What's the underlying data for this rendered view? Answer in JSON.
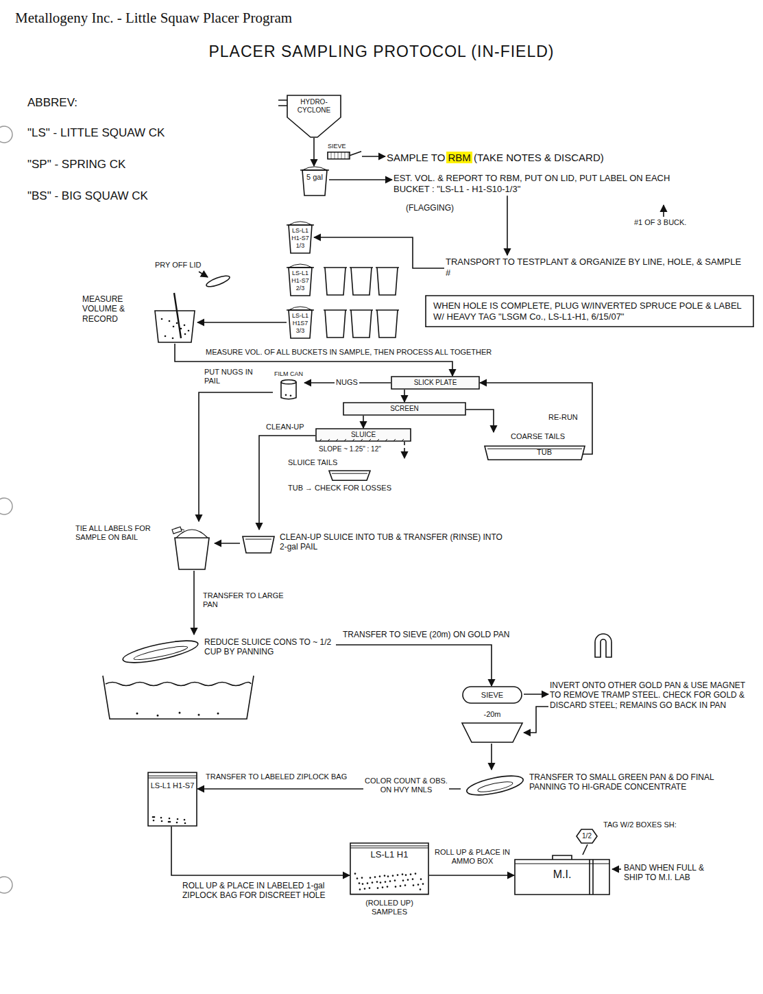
{
  "diagram": {
    "title": "PLACER SAMPLING PROTOCOL (IN-FIELD)",
    "nodes": [
      {
        "text": [
          "HYDRO-CYCLONE"
        ]
      },
      {
        "text": [
          "SIEVE"
        ]
      },
      {
        "text": [
          "SAMPLE TO RBM (TAKE NOTES & DISCARD)"
        ]
      },
      {
        "text": [
          "5 gal"
        ]
      },
      {
        "text": [
          "EST. VOL. & REPORT TO RBM, PUT ON LID, PUT LABEL ON EACH BUCKET : \"LS-L1 - H1-S10-1/3\""
        ]
      },
      {
        "text": [
          "TRANSPORT TO TESTPLANT & ORGANIZE BY LINE, HOLE, & SAMPLE #"
        ]
      },
      {
        "text": [
          "LS-L1 H1-S7 1/3"
        ]
      },
      {
        "text": [
          "LS-L1 H1-S7 2/3"
        ]
      },
      {
        "text": [
          "LS-L1 H1S7 3/3"
        ]
      },
      {
        "text": [
          "WHEN HOLE IS COMPLETE, PLUG W/INVERTED SPRUCE POLE & LABEL W/ HEAVY TAG \"LSGM Co., LS-L1-H1, 6/15/07\""
        ]
      },
      {
        "text": [
          "MEASURE VOLUME & RECORD"
        ]
      },
      {
        "text": [
          "SLICK PLATE"
        ]
      },
      {
        "text": [
          "SCREEN"
        ]
      },
      {
        "text": [
          "SLUICE"
        ]
      },
      {
        "text": [
          "FILM CAN"
        ]
      },
      {
        "text": [
          "COARSE TAILS",
          "TUB"
        ]
      },
      {
        "text": [
          "SLUICE TAILS",
          "TUB → CHECK FOR LOSSES"
        ]
      },
      {
        "text": [
          "CLEAN-UP SLUICE INTO TUB & TRANSFER (RINSE) INTO 2-gal PAIL"
        ]
      },
      {
        "text": [
          "TIE ALL LABELS FOR SAMPLE ON BAIL"
        ]
      },
      {
        "text": [
          "REDUCE SLUICE CONS TO ~ 1/2 CUP BY PANNING"
        ]
      },
      {
        "text": [
          "SIEVE",
          "-20m"
        ]
      },
      {
        "text": [
          "INVERT ONTO OTHER GOLD PAN & USE MAGNET TO REMOVE TRAMP STEEL. CHECK FOR GOLD & DISCARD STEEL; REMAINS GO BACK IN PAN"
        ]
      },
      {
        "text": [
          "TRANSFER TO SMALL GREEN PAN & DO FINAL PANNING TO HI-GRADE CONCENTRATE"
        ]
      },
      {
        "text": [
          "LS-L1 H1-S7"
        ]
      },
      {
        "text": [
          "LS-L1 H1",
          "(ROLLED UP) SAMPLES"
        ]
      },
      {
        "text": [
          "M.I."
        ]
      },
      {
        "text": [
          "1/2"
        ]
      }
    ],
    "edges": [
      {
        "from": 0,
        "to": 3,
        "arrow": "to"
      },
      {
        "from": 1,
        "to": 2,
        "arrow": "to"
      },
      {
        "from": 3,
        "to": 4,
        "arrow": "to"
      },
      {
        "from": 4,
        "to": 5,
        "arrow": "to"
      },
      {
        "from": 5,
        "to": 6,
        "arrow": "to"
      },
      {
        "from": 8,
        "to": 10,
        "arrow": "to"
      },
      {
        "from": 10,
        "to": 11,
        "label": "MEASURE VOL. OF ALL BUCKETS IN SAMPLE, THEN PROCESS ALL TOGETHER",
        "arrow": "to"
      },
      {
        "from": 11,
        "to": 12,
        "arrow": "to"
      },
      {
        "from": 12,
        "to": 13,
        "arrow": "to"
      },
      {
        "from": 11,
        "to": 14,
        "label": "NUGS",
        "arrow": "to"
      },
      {
        "from": 12,
        "to": 15,
        "arrow": "to"
      },
      {
        "from": 15,
        "to": 11,
        "label": "RE-RUN",
        "arrow": "to"
      },
      {
        "from": 13,
        "to": 16,
        "arrow": "to"
      },
      {
        "from": 13,
        "to": 17,
        "label": "CLEAN-UP",
        "arrow": "to"
      },
      {
        "from": 14,
        "to": 18,
        "label": "PUT NUGS IN PAIL",
        "arrow": "to"
      },
      {
        "from": 17,
        "to": 18,
        "arrow": "to"
      },
      {
        "from": 18,
        "to": 19,
        "label": "TRANSFER TO LARGE PAN",
        "arrow": "to"
      },
      {
        "from": 19,
        "to": 20,
        "label": "TRANSFER TO SIEVE (20m) ON GOLD PAN",
        "arrow": "to"
      },
      {
        "from": 20,
        "to": 21,
        "arrow": "to"
      },
      {
        "from": 21,
        "to": 20,
        "arrow": "to"
      },
      {
        "from": 20,
        "to": 22,
        "arrow": "to"
      },
      {
        "from": 22,
        "to": 23,
        "label": "COLOR COUNT & OBS. ON HVY MNLS",
        "arrow": "to"
      },
      {
        "from": 23,
        "to": 24,
        "label": "ROLL UP & PLACE IN LABELED 1-gal ZIPLOCK BAG FOR DISCREET HOLE",
        "arrow": "to"
      },
      {
        "from": 24,
        "to": 25,
        "label": "ROLL UP & PLACE IN AMMO BOX",
        "arrow": "to"
      }
    ],
    "labels": [
      "Metallogeny Inc. - Little Squaw Placer Program",
      "ABBREV:",
      "\"LS\" - LITTLE SQUAW CK",
      "\"SP\" - SPRING CK",
      "\"BS\" - BIG SQUAW CK",
      "(FLAGGING)",
      "#1 OF 3 BUCK.",
      "PRY OFF LID",
      "TRANSFER TO LABELED ZIPLOCK BAG",
      "TAG W/2 BOXES SH:",
      "BAND WHEN FULL & SHIP TO M.I. LAB",
      "SLOPE ~ 1.25\" : 12\""
    ]
  }
}
